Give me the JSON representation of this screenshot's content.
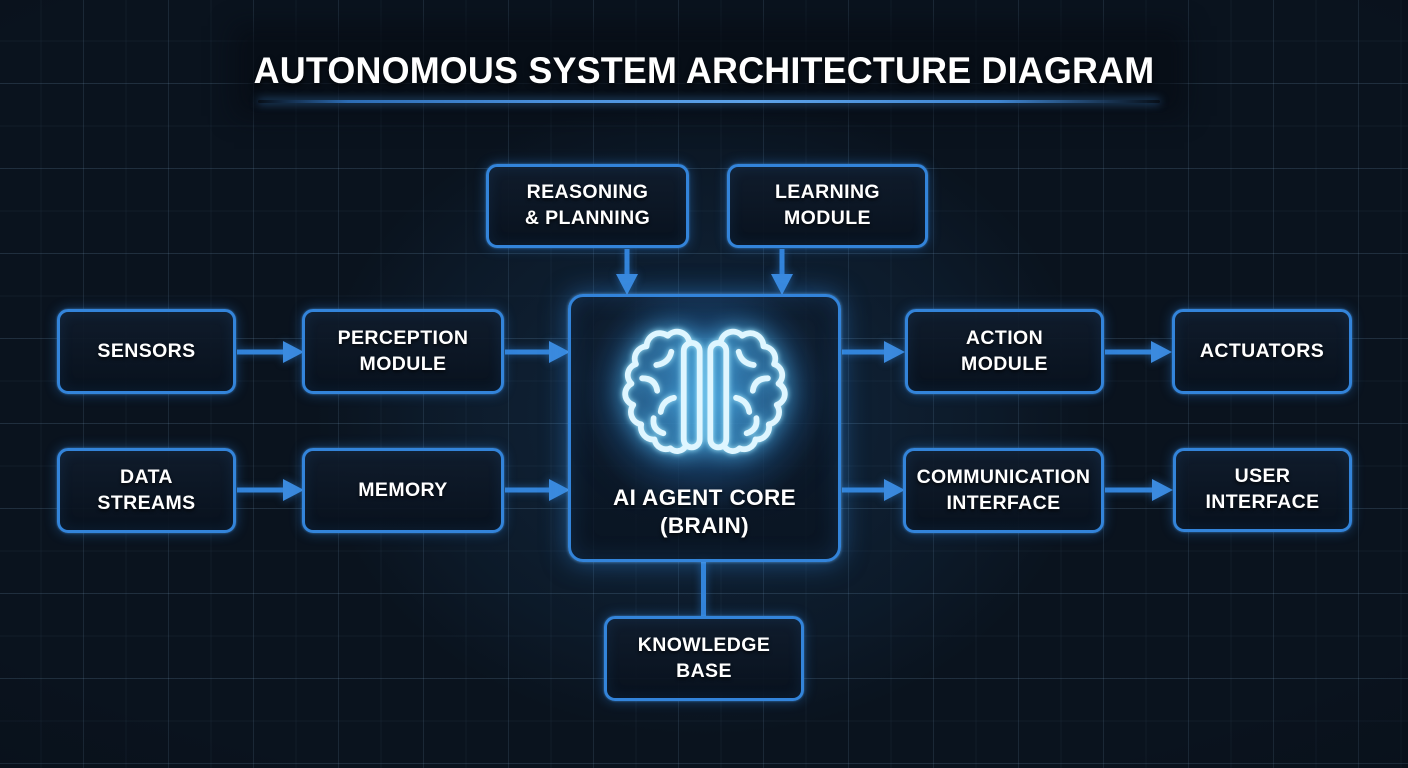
{
  "title": "AUTONOMOUS SYSTEM ARCHITECTURE DIAGRAM",
  "colors": {
    "background": "#0a131e",
    "grid_line": "#223448",
    "box_border": "#3384da",
    "arrow": "#3384da",
    "text": "#ffffff",
    "brain_neon": "#dff6ff",
    "brain_glow": "#4ab6ec",
    "title_underline": "#4a90dc"
  },
  "nodes": {
    "reasoning": {
      "label": "REASONING\n& PLANNING"
    },
    "learning": {
      "label": "LEARNING\nMODULE"
    },
    "sensors": {
      "label": "SENSORS"
    },
    "perception": {
      "label": "PERCEPTION\nMODULE"
    },
    "core": {
      "label": "AI AGENT CORE\n(BRAIN)",
      "icon": "brain-icon"
    },
    "action": {
      "label": "ACTION\nMODULE"
    },
    "actuators": {
      "label": "ACTUATORS"
    },
    "data_streams": {
      "label": "DATA\nSTREAMS"
    },
    "memory": {
      "label": "MEMORY"
    },
    "comm": {
      "label": "COMMUNICATION\nINTERFACE"
    },
    "user": {
      "label": "USER\nINTERFACE"
    },
    "knowledge": {
      "label": "KNOWLEDGE\nBASE"
    }
  },
  "edges": [
    {
      "from": "sensors",
      "to": "perception",
      "arrow": true
    },
    {
      "from": "perception",
      "to": "core",
      "arrow": true
    },
    {
      "from": "data_streams",
      "to": "memory",
      "arrow": true
    },
    {
      "from": "memory",
      "to": "core",
      "arrow": true
    },
    {
      "from": "reasoning",
      "to": "core",
      "arrow": true
    },
    {
      "from": "learning",
      "to": "core",
      "arrow": true
    },
    {
      "from": "core",
      "to": "action",
      "arrow": true
    },
    {
      "from": "action",
      "to": "actuators",
      "arrow": true
    },
    {
      "from": "core",
      "to": "comm",
      "arrow": true
    },
    {
      "from": "comm",
      "to": "user",
      "arrow": true
    },
    {
      "from": "core",
      "to": "knowledge",
      "arrow": false
    }
  ]
}
